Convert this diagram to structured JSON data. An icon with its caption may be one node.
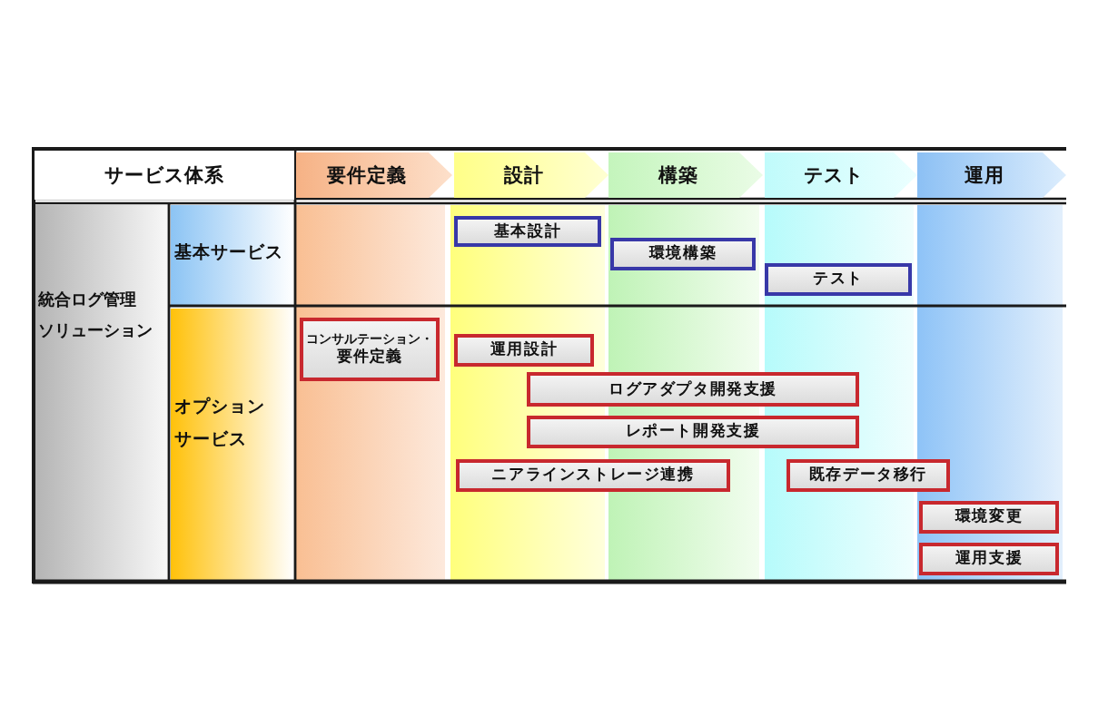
{
  "diagram": {
    "nodes": [
      {
        "text": [
          "サービス体系"
        ]
      },
      {
        "text": [
          "要件定義"
        ]
      },
      {
        "text": [
          "設計"
        ]
      },
      {
        "text": [
          "構築"
        ]
      },
      {
        "text": [
          "テスト"
        ]
      },
      {
        "text": [
          "運用"
        ]
      },
      {
        "text": [
          "統合ログ管理ソリューション"
        ]
      },
      {
        "text": [
          "基本サービス"
        ]
      },
      {
        "text": [
          "オプションサービス"
        ]
      },
      {
        "text": [],
        "shape": "box"
      },
      {
        "text": [],
        "shape": "box"
      },
      {
        "text": [],
        "shape": "box"
      },
      {
        "text": [],
        "shape": "box"
      },
      {
        "text": [],
        "shape": "box"
      },
      {
        "text": [
          "基本設計"
        ],
        "in": 10
      },
      {
        "text": [
          "環境構築"
        ],
        "in": 11
      },
      {
        "text": [
          "テスト"
        ],
        "in": 12
      },
      {
        "text": [
          "コンサルテーション・要件定義"
        ],
        "in": 9
      },
      {
        "text": [
          "運用設計"
        ],
        "in": 10
      },
      {
        "text": [
          "ログアダプタ開発支援"
        ]
      },
      {
        "text": [
          "レポート開発支援"
        ]
      },
      {
        "text": [
          "ニアラインストレージ連携"
        ]
      },
      {
        "text": [
          "既存データ移行"
        ]
      },
      {
        "text": [
          "環境変更"
        ],
        "in": 13
      },
      {
        "text": [
          "運用支援"
        ],
        "in": 13
      }
    ]
  }
}
